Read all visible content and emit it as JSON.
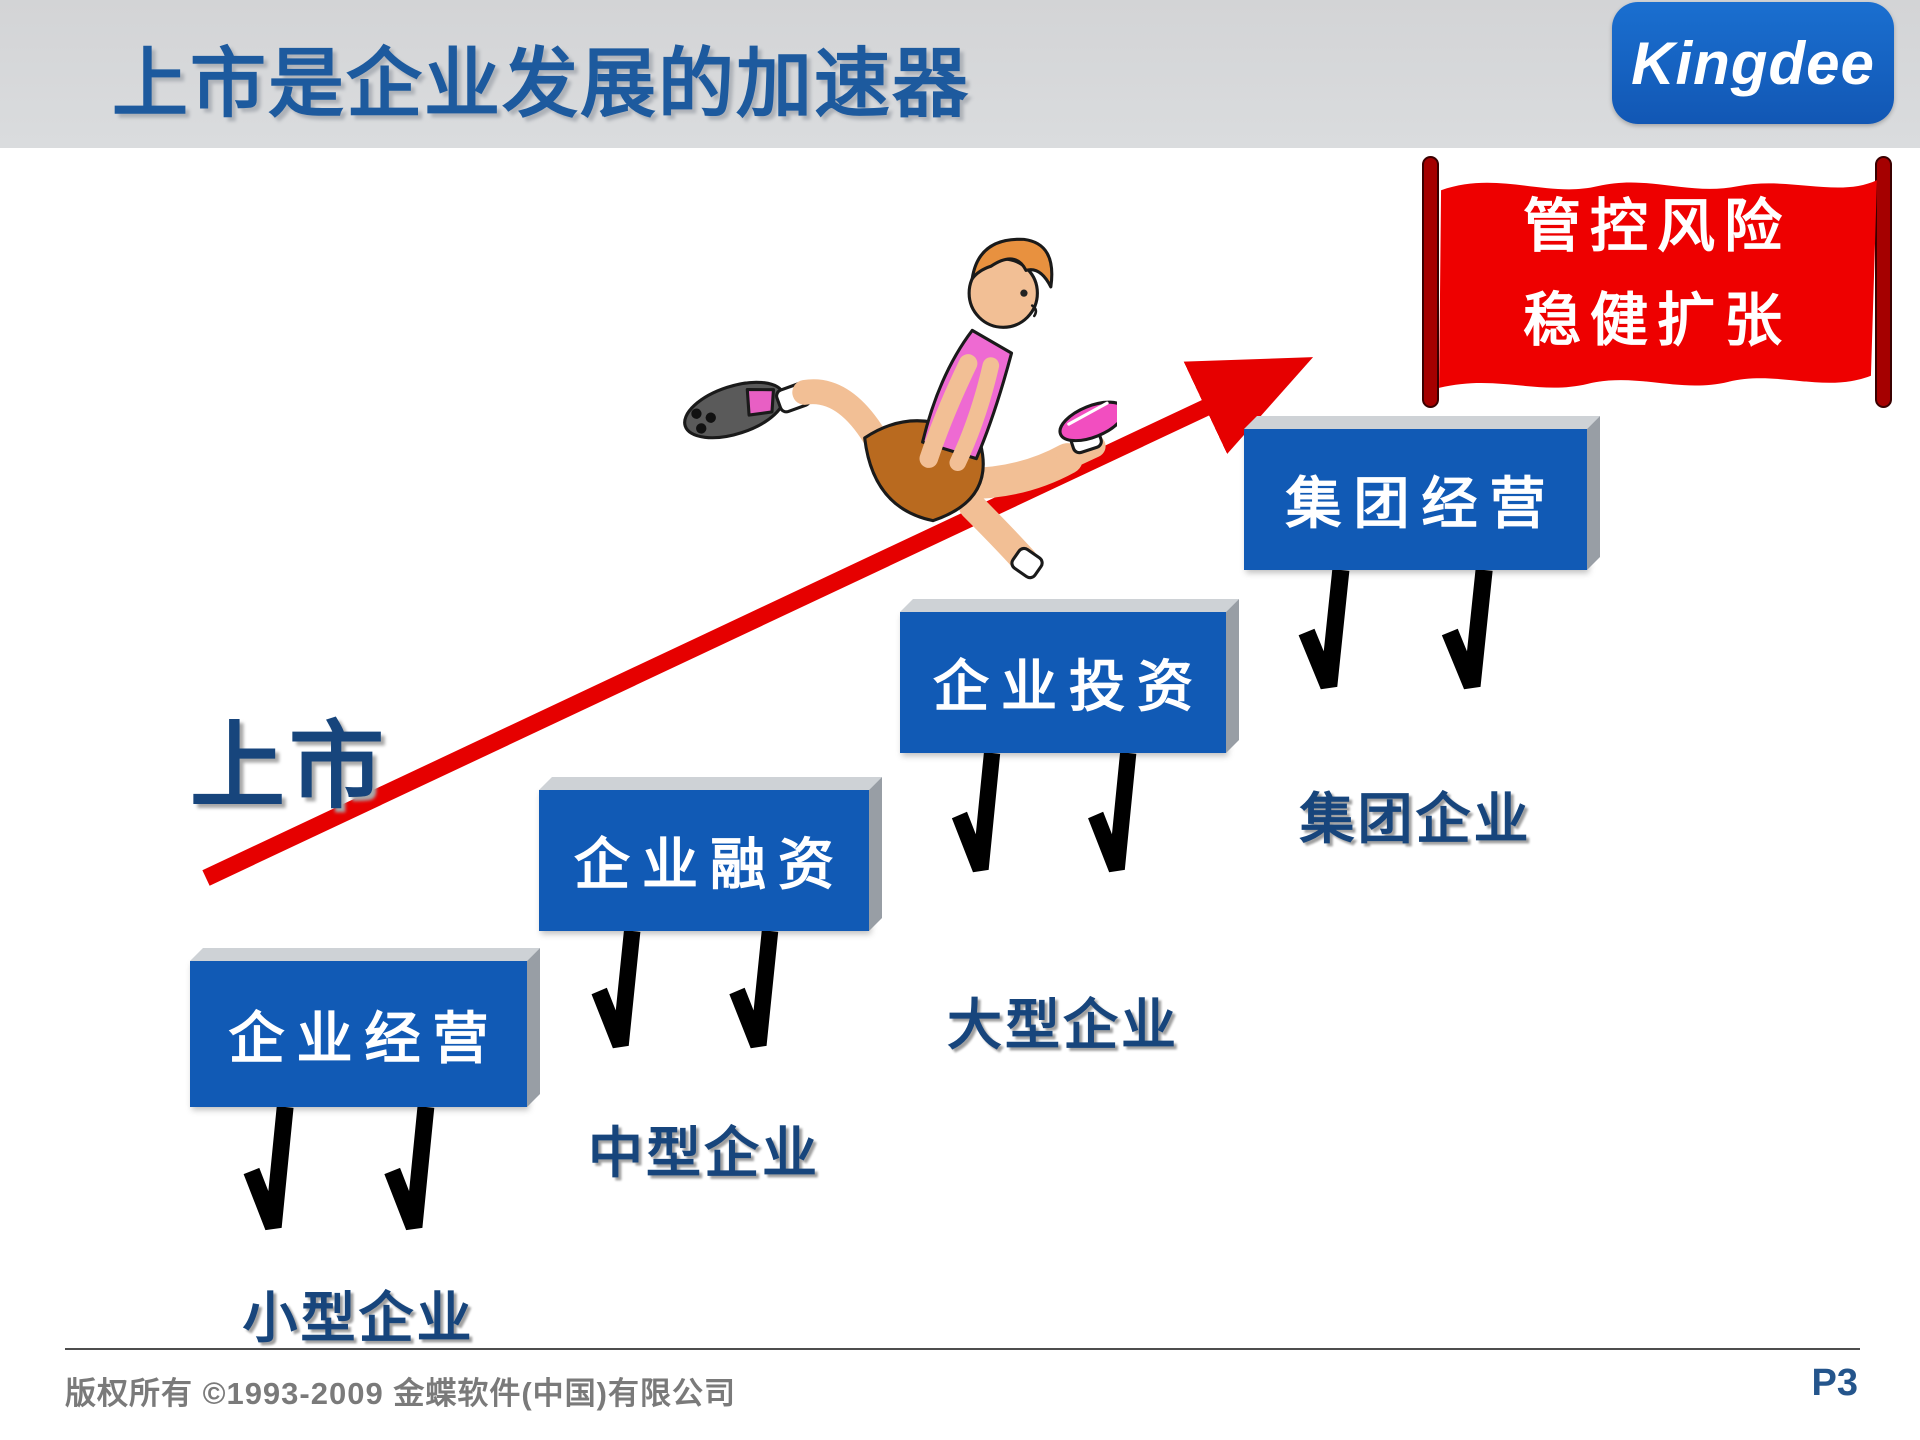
{
  "slide": {
    "title": "上市是企业发展的加速器",
    "logo_text": "Kingdee",
    "ipo_label": "上市",
    "banner": {
      "line1": "管控风险",
      "line2": "稳健扩张"
    },
    "footer": {
      "copyright": "版权所有 ©1993-2009 金蝶软件(中国)有限公司",
      "page": "P3"
    }
  },
  "hurdles": [
    {
      "label": "企业经营",
      "sublabel": "小型企业"
    },
    {
      "label": "企业融资",
      "sublabel": "中型企业"
    },
    {
      "label": "企业投资",
      "sublabel": "大型企业"
    },
    {
      "label": "集团经营",
      "sublabel": "集团企业"
    }
  ],
  "colors": {
    "brand_blue": "#1565c6",
    "title_blue": "#1d5a9e",
    "banner_red": "#ee0000",
    "board_blue": "#115ab5",
    "label_navy": "#17457c",
    "arrow_red": "#e60000"
  }
}
